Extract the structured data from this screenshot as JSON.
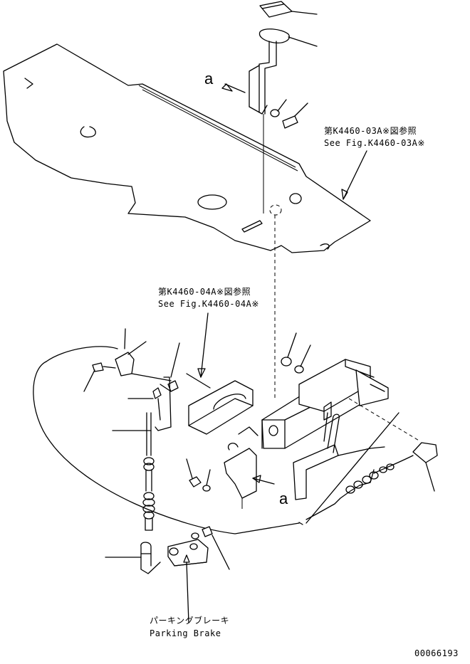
{
  "labels": {
    "ref_upper_jp": "第K4460-03A※図参照",
    "ref_upper_en": "See Fig.K4460-03A※",
    "ref_middle_jp": "第K4460-04A※図参照",
    "ref_middle_en": "See Fig.K4460-04A※",
    "view_a_top": "a",
    "view_a_bottom": "a",
    "parking_brake_jp": "パーキングブレーキ",
    "parking_brake_en": "Parking Brake",
    "drawing_number": "00066193"
  }
}
